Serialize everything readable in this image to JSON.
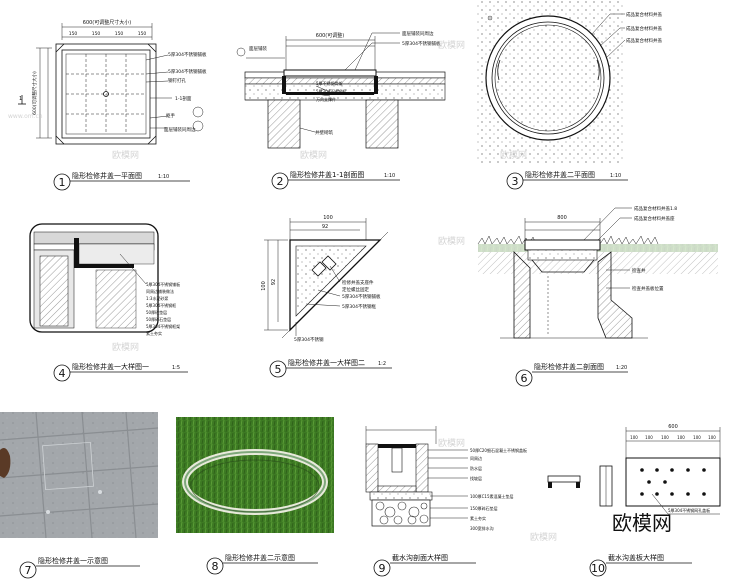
{
  "watermark": {
    "brand": "欧模网",
    "small": [
      "欧模网",
      "欧模网",
      "欧模网",
      "欧模网",
      "欧模网",
      "欧模网",
      "欧模网",
      "欧模网"
    ],
    "url": "www.om.cn"
  },
  "panels": [
    {
      "num": "1",
      "title": "隐形检修井盖一平面图",
      "scale": "1:10"
    },
    {
      "num": "2",
      "title": "隐形检修井盖1-1剖面图",
      "scale": "1:10"
    },
    {
      "num": "3",
      "title": "隐形检修井盖二平面图",
      "scale": "1:10"
    },
    {
      "num": "4",
      "title": "隐形检修井盖一大样图一",
      "scale": "1:5"
    },
    {
      "num": "5",
      "title": "隐形检修井盖一大样图二",
      "scale": "1:2"
    },
    {
      "num": "6",
      "title": "隐形检修井盖二剖面图",
      "scale": "1:20"
    },
    {
      "num": "7",
      "title": "隐形检修井盖一示意图",
      "scale": ""
    },
    {
      "num": "8",
      "title": "隐形检修井盖二示意图",
      "scale": ""
    },
    {
      "num": "9",
      "title": "截水沟剖面大样图",
      "scale": ""
    },
    {
      "num": "10",
      "title": "截水沟盖板大样图",
      "scale": ""
    }
  ],
  "p1": {
    "dim_top": "600(可调整尺寸大小)",
    "dims_sub": [
      "150",
      "150",
      "150",
      "150"
    ],
    "dim_left": "600(可调整尺寸大小)",
    "section_mark": "1",
    "notes": [
      "5厚304不锈钢铺板",
      "5厚304不锈钢铺板",
      "钢钉打孔",
      "1-1剖面",
      "抠手",
      "面层铺装同周边"
    ]
  },
  "p2": {
    "dim_top": "600(可调整)",
    "notes_top": [
      "面层铺装同周边",
      "5厚304不锈钢铺板"
    ],
    "notes_right": [
      "5厚不锈钢骨架",
      "5厚304不锈钢框",
      "万向支撑件"
    ],
    "note_left": "面层铺装",
    "note_bottom": "井壁砌筑"
  },
  "p3": {
    "notes": [
      "成品复合材料井盖",
      "成品复合材料井盖",
      "成品复合材料井盖"
    ]
  },
  "p4": {
    "notes": [
      "5厚304不锈钢铺板",
      "同周边铺装做法",
      "1:3水泥砂浆",
      "5厚304不锈钢框",
      "50厚砼垫层",
      "50厚碎石垫层",
      "5厚304不锈钢框架",
      "素土夯实"
    ]
  },
  "p5": {
    "dim_top_outer": "100",
    "dim_top_inner": "92",
    "dim_left_outer": "100",
    "dim_left_inner": "92",
    "notes": [
      "检修井盖支座件",
      "定位螺丝固定",
      "5厚304不锈钢铺板",
      "5厚304不锈钢框"
    ],
    "note_bottom": "5厚304不锈钢"
  },
  "p6": {
    "dim_top": "800",
    "notes_top": [
      "成品复合材料井盖1.8",
      "成品复合材料井盖座"
    ],
    "notes_mid": [
      "检查井",
      "检查井盖板位置"
    ]
  },
  "p9": {
    "notes": [
      "50厚C20细石混凝土不锈钢盖板",
      "同周边",
      "防水层",
      "找坡层",
      "100厚C15素混凝土垫层",
      "150厚碎石垫层",
      "素土夯实",
      "300宽排水沟"
    ]
  },
  "p10": {
    "dim_top": "600",
    "dims_sub": [
      "100",
      "100",
      "100",
      "100",
      "100",
      "100"
    ],
    "note": "5厚304不锈钢网孔盖板"
  }
}
